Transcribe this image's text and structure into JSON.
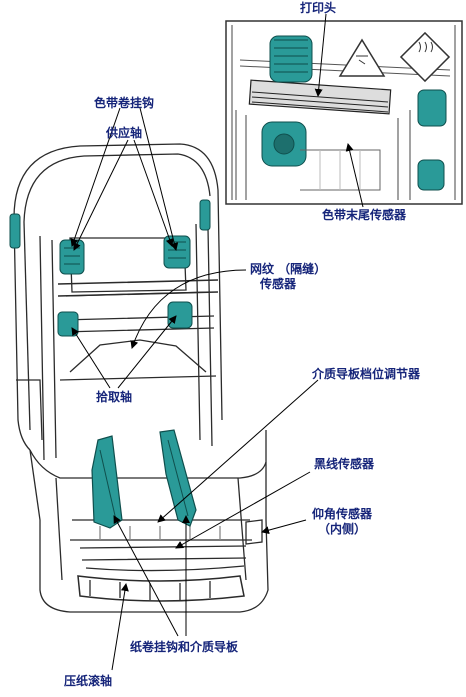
{
  "labels": {
    "print_head": "打印头",
    "ribbon_take_up_spindle": "色带卷挂钩",
    "ribbon_supply_spindle": "供应轴",
    "ribbon_out_sensor": "色带末尾传感器",
    "web_gap_sensor_line1": "网纹 （隔缝）",
    "web_gap_sensor_line2": "传感器",
    "pickup_spindle": "拾取轴",
    "media_guide_stop_adjuster": "介质导板档位调节器",
    "black_mark_sensor": "黑线传感器",
    "head_up_sensor_line1": "仰角传感器",
    "head_up_sensor_line2": "（内侧）",
    "roll_holder_and_media_guides": "纸卷挂钩和介质导板",
    "platen_roller": "压纸滚轴"
  },
  "colors": {
    "label_text": "#16257a",
    "teal_parts": "#2a9a98",
    "line_art": "#2b2b2b",
    "background": "#ffffff"
  }
}
